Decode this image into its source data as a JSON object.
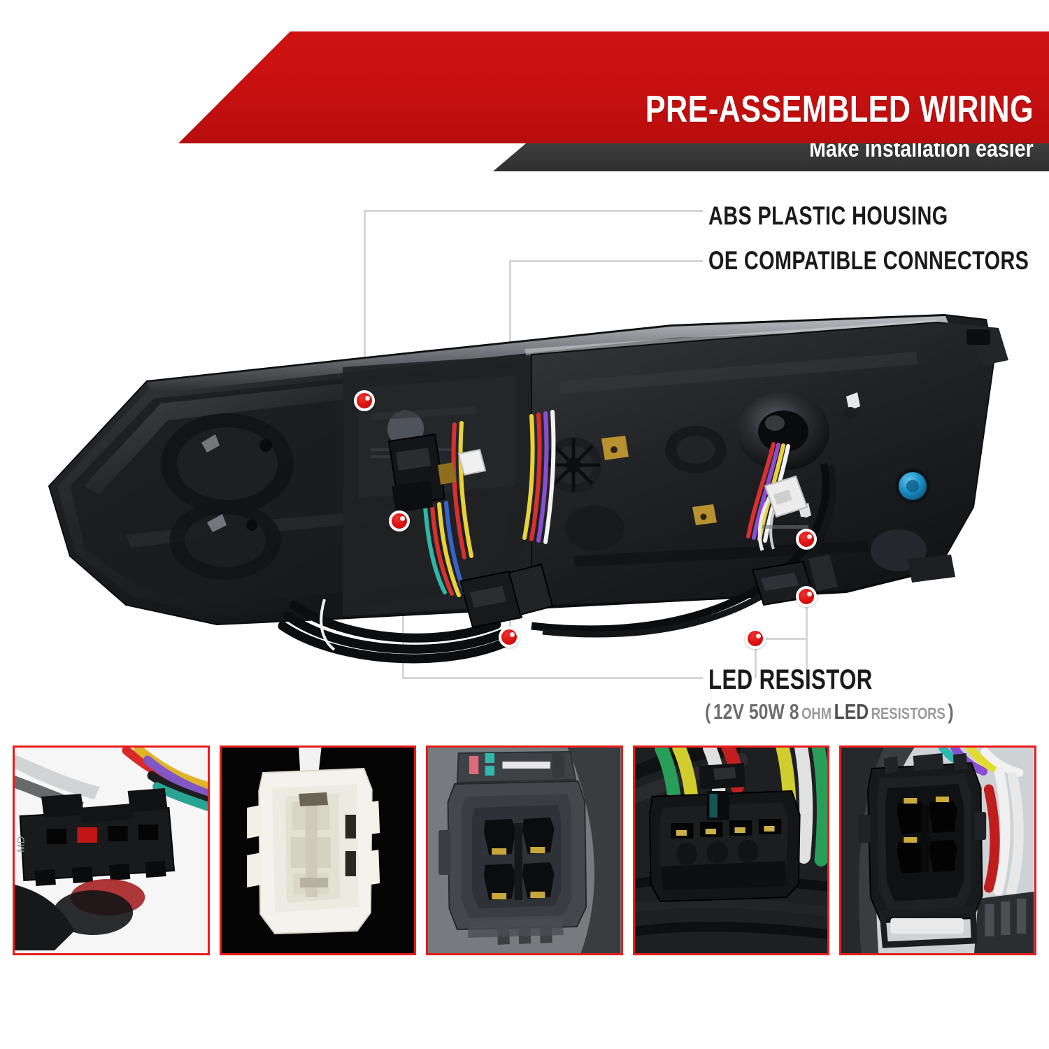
{
  "header": {
    "title": "PRE-ASSEMBLED WIRING",
    "subtitle": "Make installation easier",
    "red_color": "#c81010",
    "dark_color": "#3e3e3e"
  },
  "callouts": [
    {
      "id": "abs-plastic-housing",
      "label": "ABS PLASTIC HOUSING"
    },
    {
      "id": "oe-compatible-connectors",
      "label": "OE COMPATIBLE CONNECTORS"
    },
    {
      "id": "led-resistor",
      "label": "LED RESISTOR"
    }
  ],
  "led_resistor_spec": {
    "open_paren": "(",
    "voltage_watt": "12V 50W 8",
    "ohm": "OHM",
    "led": "LED",
    "resistors": "RESISTORS",
    "close_paren": ")",
    "full_text": "( 12V 50W 8 OHM LED RESISTORS )"
  },
  "marker_color": "#e01515",
  "leader_line_color": "#d6d6d6",
  "product": {
    "name": "projector-headlight-assembly",
    "description": "Smoked lens LED projector headlight housing shown from the rear with pre-assembled wiring harness"
  },
  "thumbnails": [
    {
      "id": "thumb-1",
      "name": "black-4-pin-connector",
      "border_color": "#e81c1c",
      "background": "white"
    },
    {
      "id": "thumb-2",
      "name": "white-bulb-socket-connector",
      "border_color": "#e81c1c",
      "background": "black"
    },
    {
      "id": "thumb-3",
      "name": "gray-4-port-sealed-connector",
      "border_color": "#e81c1c",
      "background": "gray"
    },
    {
      "id": "thumb-4",
      "name": "black-4-pin-male-connector",
      "border_color": "#e81c1c",
      "background": "dark"
    },
    {
      "id": "thumb-5",
      "name": "black-square-4-port-connector",
      "border_color": "#e81c1c",
      "background": "gray"
    }
  ]
}
